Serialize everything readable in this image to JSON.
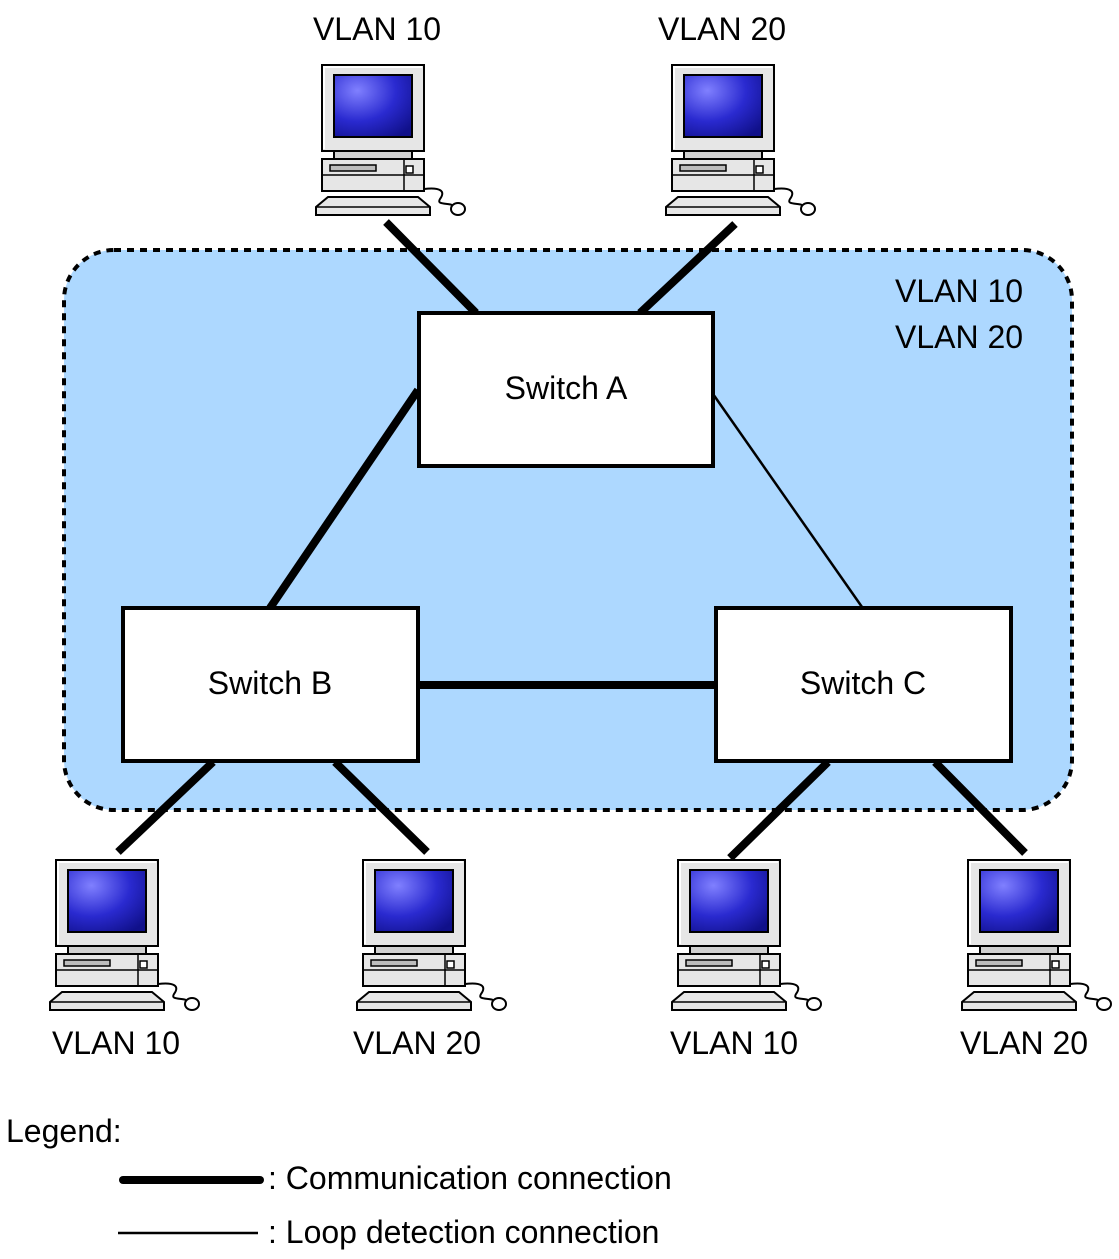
{
  "region": {
    "labels": [
      "VLAN 10",
      "VLAN 20"
    ],
    "fill_color": "#add8ff"
  },
  "switches": {
    "a": "Switch A",
    "b": "Switch B",
    "c": "Switch C"
  },
  "pcs": {
    "top_left": "VLAN 10",
    "top_right": "VLAN 20",
    "b_left": "VLAN 10",
    "b_right": "VLAN 20",
    "c_left": "VLAN 10",
    "c_right": "VLAN 20"
  },
  "links": [
    {
      "from": "pc-top-left",
      "to": "Switch A",
      "type": "communication"
    },
    {
      "from": "pc-top-right",
      "to": "Switch A",
      "type": "communication"
    },
    {
      "from": "Switch A",
      "to": "Switch B",
      "type": "communication"
    },
    {
      "from": "Switch A",
      "to": "Switch C",
      "type": "loop-detection"
    },
    {
      "from": "Switch B",
      "to": "Switch C",
      "type": "communication"
    },
    {
      "from": "Switch B",
      "to": "pc-b-left",
      "type": "communication"
    },
    {
      "from": "Switch B",
      "to": "pc-b-right",
      "type": "communication"
    },
    {
      "from": "Switch C",
      "to": "pc-c-left",
      "type": "communication"
    },
    {
      "from": "Switch C",
      "to": "pc-c-right",
      "type": "communication"
    }
  ],
  "legend": {
    "title": "Legend:",
    "communication": ": Communication connection",
    "loop": ": Loop detection connection"
  },
  "colors": {
    "screen": "#2020c0",
    "pc_body": "#e8e8e8"
  },
  "icons": {
    "pc": "computer-icon"
  }
}
